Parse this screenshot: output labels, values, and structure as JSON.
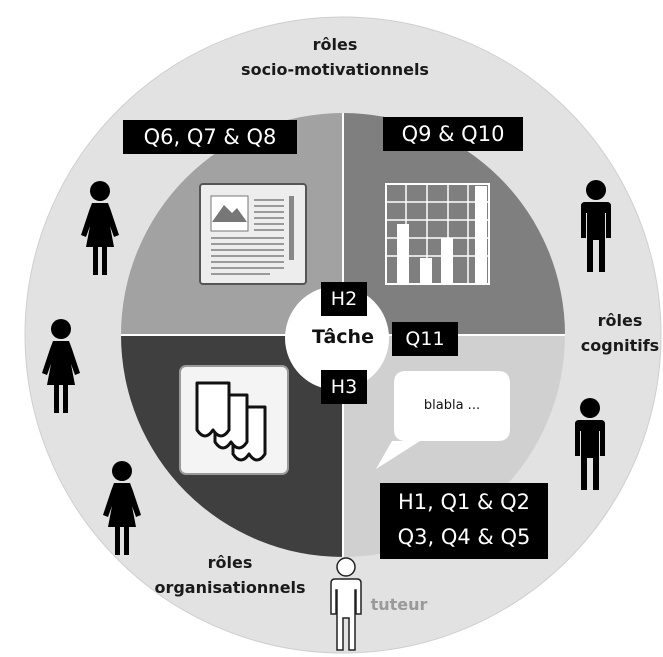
{
  "roles": {
    "socio": [
      "rôles",
      "socio-motivationnels"
    ],
    "cognitifs": [
      "rôles",
      "cognitifs"
    ],
    "organisationnels": [
      "rôles",
      "organisationnels"
    ],
    "tuteur": "tuteur"
  },
  "quadrants": {
    "top_left": "Q6, Q7 & Q8",
    "top_right": "Q9 & Q10",
    "bottom_right": [
      "H1, Q1 & Q2",
      "Q3, Q4 & Q5"
    ]
  },
  "center": {
    "title": "Tâche",
    "h2": "H2",
    "h3": "H3",
    "q11": "Q11"
  },
  "bubble": "blabla ...",
  "colors": {
    "outer_ring": "#e2e2e2",
    "quadrant_top_left": "#a2a2a2",
    "quadrant_top_right": "#7f7f7f",
    "quadrant_bottom_left": "#3f3f3f",
    "quadrant_bottom_right": "#d0d0d0",
    "label_box": "#000000",
    "tuteur_text": "#9a9a9a"
  }
}
